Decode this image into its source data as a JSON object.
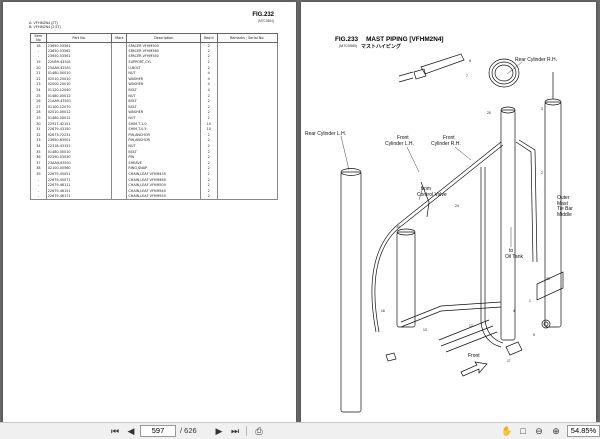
{
  "left_page": {
    "fig_no": "FIG.232",
    "fig_sub": "(M7C0604)",
    "model_a": "A: VFHM2N4 (2T)",
    "model_b": "B: VFHM2N4 (2.5T)",
    "columns": [
      "Item No",
      "Part No.",
      "Mark",
      "Description",
      "Req'd",
      "Remarks ; Serial No."
    ],
    "rows": [
      [
        "18",
        "23650-53561",
        "",
        "SPACER VFHM500",
        "2",
        ""
      ],
      [
        "-",
        "23650-53562",
        "",
        "SPACER VFHM560",
        "2",
        ""
      ],
      [
        "-",
        "23650-53561",
        "",
        "SPACER VFHM550",
        "2",
        ""
      ],
      [
        "19",
        "22N59-43501",
        "",
        "SUPPORT,CYL",
        "2",
        ""
      ],
      [
        "20",
        "23AA9-42551",
        "",
        "U-BOLT",
        "2",
        ""
      ],
      [
        "21",
        "01480-00010",
        "",
        "NUT",
        "4",
        ""
      ],
      [
        "22",
        "02010-20010",
        "",
        "WASHER",
        "4",
        ""
      ],
      [
        "23",
        "02000-20010",
        "",
        "WASHER",
        "4",
        ""
      ],
      [
        "24",
        "01120-12040",
        "",
        "BOLT",
        "4",
        ""
      ],
      [
        "25",
        "01480-00012",
        "",
        "NUT",
        "2",
        ""
      ],
      [
        "26",
        "21AA9-43501",
        "",
        "BOLT",
        "2",
        ""
      ],
      [
        "27",
        "01100-12070",
        "",
        "BOLT",
        "2",
        ""
      ],
      [
        "28",
        "02010-00012",
        "",
        "WASHER",
        "2",
        ""
      ],
      [
        "29",
        "01480-00012",
        "",
        "NUT",
        "2",
        ""
      ],
      [
        "30",
        "22917-42151",
        "",
        "SHIM,T-1.0",
        "10",
        ""
      ],
      [
        "31",
        "22679-43150",
        "",
        "SHIM,T-0.5",
        "10",
        ""
      ],
      [
        "32",
        "92673-72231",
        "",
        "PIN,ANCHOR",
        "2",
        ""
      ],
      [
        "33",
        "23650-63001",
        "",
        "PIN,ANCHOR",
        "2",
        ""
      ],
      [
        "34",
        "22318-43151",
        "",
        "NUT",
        "2",
        ""
      ],
      [
        "35",
        "01480-00010",
        "",
        "BOLT",
        "2",
        ""
      ],
      [
        "36",
        "02290-03030",
        "",
        "PIN",
        "2",
        ""
      ],
      [
        "37",
        "23AA9-63501",
        "",
        "SHEAVE",
        "2",
        ""
      ],
      [
        "38",
        "02100-00560",
        "",
        "RING,SNAP",
        "2",
        ""
      ],
      [
        "39",
        "22679-45051",
        "",
        "CHAIN,LEAF VFHM435",
        "2",
        ""
      ],
      [
        "-",
        "22679-45071",
        "",
        "CHAIN,LEAF VFHM460",
        "2",
        ""
      ],
      [
        "-",
        "22679-46111",
        "",
        "CHAIN,LEAF VFHM500",
        "2",
        ""
      ],
      [
        "-",
        "22679-46151",
        "",
        "CHAIN,LEAF VFHM540",
        "2",
        ""
      ],
      [
        "-",
        "22679-46171",
        "",
        "CHAIN,LEAF VFHM550",
        "2",
        ""
      ]
    ]
  },
  "right_page": {
    "fig_title": "FIG.233",
    "fig_name": "MAST PIPING [VFHM2N4]",
    "fig_code": "(M7C0S60)",
    "fig_kana": "マストハイピング",
    "labels": {
      "rear_rh": "Rear Cylinder R.H.",
      "rear_lh_1": "Rear Cylinder L.H.",
      "front_lh_1": "Front",
      "front_lh_2": "Cylinder L.H.",
      "front_rh_1": "Front",
      "front_rh_2": "Cylinder R.H.",
      "from_1": "from",
      "from_2": "Control Valve",
      "to_oil_1": "to",
      "to_oil_2": "Oil Tank",
      "outer_1": "Outer",
      "outer_2": "Mast",
      "outer_3": "Tie Bar",
      "outer_4": "Middle",
      "front": "Front"
    }
  },
  "toolbar": {
    "page_current": "597",
    "page_total": "/ 626",
    "zoom": "54.85%"
  }
}
